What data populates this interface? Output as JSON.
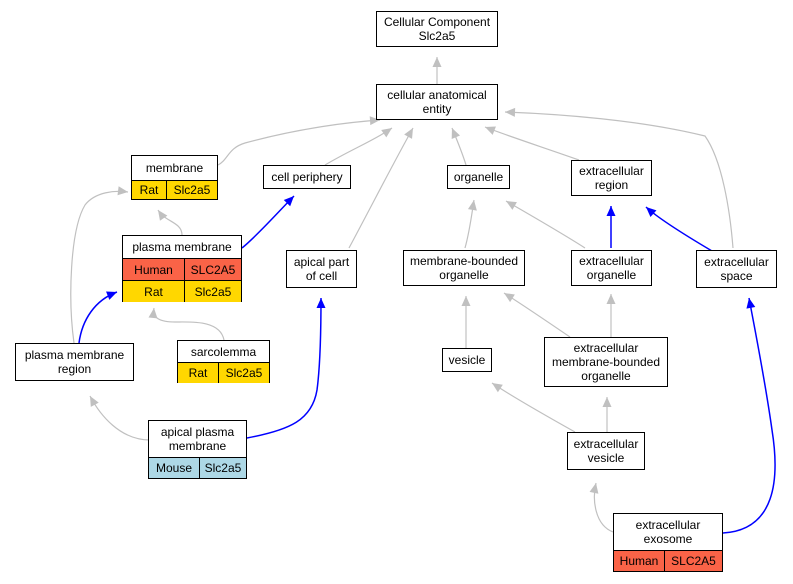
{
  "colors": {
    "gray_edge": "#c0c0c0",
    "blue_edge": "#0000ff",
    "rat": "#ffd700",
    "human": "#fa6347",
    "mouse": "#add8e6"
  },
  "nodes": {
    "root": {
      "label": "Cellular Component\nSlc2a5"
    },
    "cae": {
      "label": "cellular anatomical\nentity"
    },
    "membrane": {
      "label": "membrane",
      "rows": [
        {
          "species": "Rat",
          "gene": "Slc2a5",
          "color": "rat"
        }
      ]
    },
    "cell_periphery": {
      "label": "cell periphery"
    },
    "organelle": {
      "label": "organelle"
    },
    "ec_region": {
      "label": "extracellular\nregion"
    },
    "plasma_membrane": {
      "label": "plasma membrane",
      "rows": [
        {
          "species": "Human",
          "gene": "SLC2A5",
          "color": "human"
        },
        {
          "species": "Rat",
          "gene": "Slc2a5",
          "color": "rat"
        }
      ]
    },
    "apical_part": {
      "label": "apical part\nof cell"
    },
    "mbo": {
      "label": "membrane-bounded\norganelle"
    },
    "ec_organelle": {
      "label": "extracellular\norganelle"
    },
    "ec_space": {
      "label": "extracellular\nspace"
    },
    "pm_region": {
      "label": "plasma membrane\nregion"
    },
    "sarcolemma": {
      "label": "sarcolemma",
      "rows": [
        {
          "species": "Rat",
          "gene": "Slc2a5",
          "color": "rat"
        }
      ]
    },
    "vesicle": {
      "label": "vesicle"
    },
    "ec_mbo": {
      "label": "extracellular\nmembrane-bounded\norganelle"
    },
    "apical_pm": {
      "label": "apical plasma\nmembrane",
      "rows": [
        {
          "species": "Mouse",
          "gene": "Slc2a5",
          "color": "mouse"
        }
      ]
    },
    "ec_vesicle": {
      "label": "extracellular\nvesicle"
    },
    "exosome": {
      "label": "extracellular\nexosome",
      "rows": [
        {
          "species": "Human",
          "gene": "SLC2A5",
          "color": "human"
        }
      ]
    }
  },
  "edges": [
    {
      "from": "cae",
      "to": "root",
      "type": "is_a"
    },
    {
      "from": "membrane",
      "to": "cae",
      "type": "is_a"
    },
    {
      "from": "cell_periphery",
      "to": "cae",
      "type": "is_a"
    },
    {
      "from": "apical_part",
      "to": "cae",
      "type": "is_a"
    },
    {
      "from": "organelle",
      "to": "cae",
      "type": "is_a"
    },
    {
      "from": "ec_region",
      "to": "cae",
      "type": "is_a"
    },
    {
      "from": "ec_space",
      "to": "cae",
      "type": "is_a"
    },
    {
      "from": "plasma_membrane",
      "to": "membrane",
      "type": "is_a"
    },
    {
      "from": "plasma_membrane",
      "to": "cell_periphery",
      "type": "part_of"
    },
    {
      "from": "pm_region",
      "to": "membrane",
      "type": "is_a"
    },
    {
      "from": "pm_region",
      "to": "plasma_membrane",
      "type": "part_of"
    },
    {
      "from": "sarcolemma",
      "to": "plasma_membrane",
      "type": "is_a"
    },
    {
      "from": "apical_pm",
      "to": "pm_region",
      "type": "is_a"
    },
    {
      "from": "apical_pm",
      "to": "apical_part",
      "type": "part_of"
    },
    {
      "from": "mbo",
      "to": "organelle",
      "type": "is_a"
    },
    {
      "from": "ec_organelle",
      "to": "organelle",
      "type": "is_a"
    },
    {
      "from": "ec_organelle",
      "to": "ec_region",
      "type": "part_of"
    },
    {
      "from": "ec_space",
      "to": "ec_region",
      "type": "part_of"
    },
    {
      "from": "vesicle",
      "to": "mbo",
      "type": "is_a"
    },
    {
      "from": "ec_mbo",
      "to": "mbo",
      "type": "is_a"
    },
    {
      "from": "ec_mbo",
      "to": "ec_organelle",
      "type": "is_a"
    },
    {
      "from": "ec_vesicle",
      "to": "vesicle",
      "type": "is_a"
    },
    {
      "from": "ec_vesicle",
      "to": "ec_mbo",
      "type": "is_a"
    },
    {
      "from": "exosome",
      "to": "ec_vesicle",
      "type": "is_a"
    },
    {
      "from": "exosome",
      "to": "ec_space",
      "type": "part_of"
    }
  ]
}
